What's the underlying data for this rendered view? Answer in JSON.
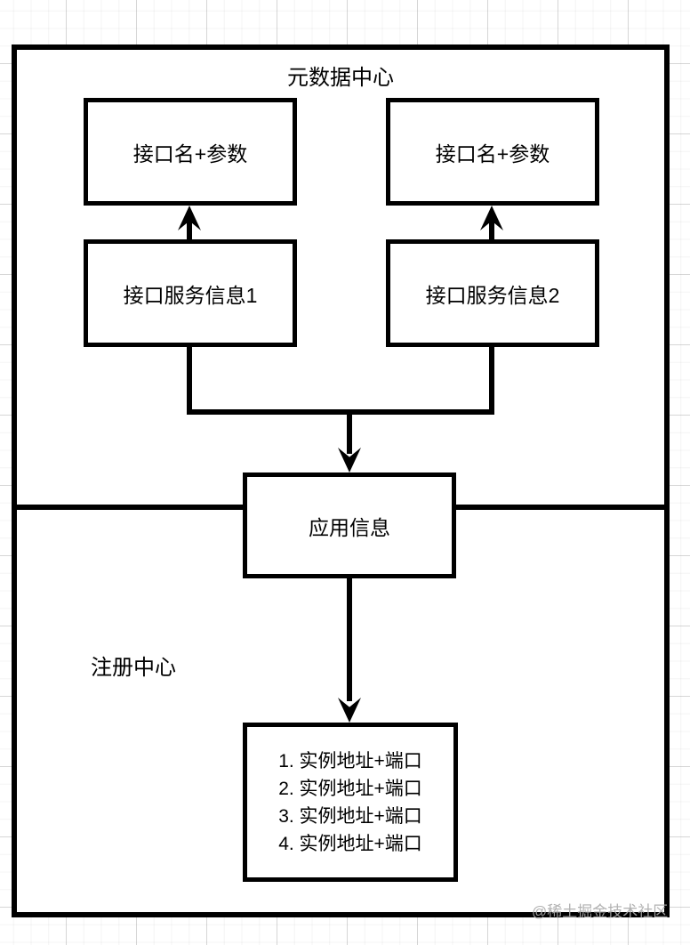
{
  "colors": {
    "line": "#000000",
    "box_fill": "#ffffff",
    "watermark": "#aaaaaa",
    "grid_major": "#dddddd",
    "grid_minor": "#f2f2f2"
  },
  "metadata_center": {
    "title": "元数据中心",
    "interface_box_1": {
      "label": "接口名+参数"
    },
    "interface_box_2": {
      "label": "接口名+参数"
    },
    "service_box_1": {
      "label": "接口服务信息1"
    },
    "service_box_2": {
      "label": "接口服务信息2"
    }
  },
  "registry_center": {
    "title": "注册中心",
    "app_box": {
      "label": "应用信息"
    },
    "instance_box": {
      "items": [
        "1. 实例地址+端口",
        "2. 实例地址+端口",
        "3. 实例地址+端口",
        "4. 实例地址+端口"
      ]
    }
  },
  "watermark": {
    "text": "@稀土掘金技术社区"
  }
}
